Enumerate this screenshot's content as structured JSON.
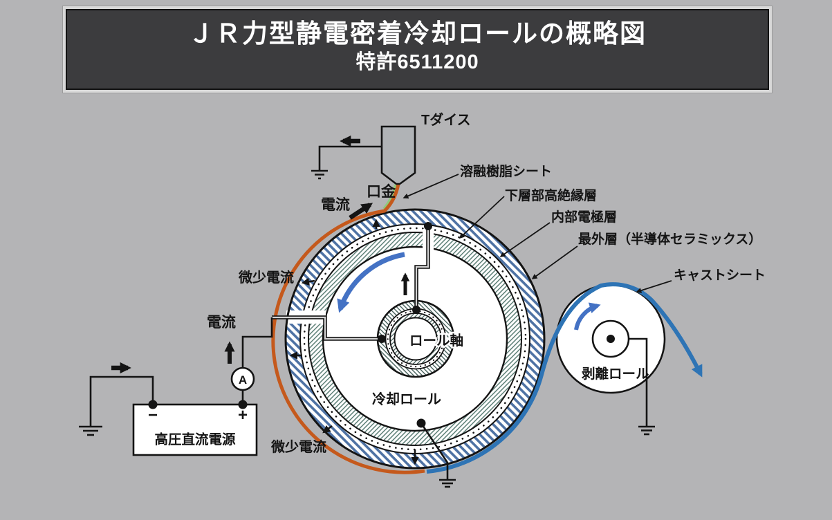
{
  "banner": {
    "title": "ＪＲ力型静電密着冷却ロールの概略図",
    "subtitle": "特許6511200"
  },
  "labels": {
    "t_die": "Tダイス",
    "die_lip": "口金",
    "current_die": "電流",
    "current_supply": "電流",
    "micro_current_upper": "微少電流",
    "micro_current_lower": "微少電流",
    "molten_resin_sheet": "溶融樹脂シート",
    "lower_high_insulation_layer": "下層部高絶縁層",
    "internal_electrode_layer": "内部電極層",
    "outermost_layer": "最外層（半導体セラミックス）",
    "cast_sheet": "キャストシート",
    "roll_shaft": "ロール軸",
    "cooling_roll": "冷却ロール",
    "peel_roll": "剥離ロール",
    "dc_power_supply": "高圧直流電源",
    "ammeter": "A",
    "plus": "+",
    "minus": "−"
  },
  "colors": {
    "background": "#b4b4b6",
    "banner_bg": "#3c3c3e",
    "banner_text": "#ffffff",
    "molten_sheet_orange": "#c5591c",
    "extruded_sheet_green": "#90c97d",
    "cast_sheet_blue": "#2e74b5",
    "rotation_arrow_blue": "#4472c4",
    "micro_current_text_blue": "#2e8fce",
    "outer_layer_hatch_blue": "#4e72a4",
    "insulation_hatch_teal": "#5d8077",
    "line_black": "#141414"
  }
}
